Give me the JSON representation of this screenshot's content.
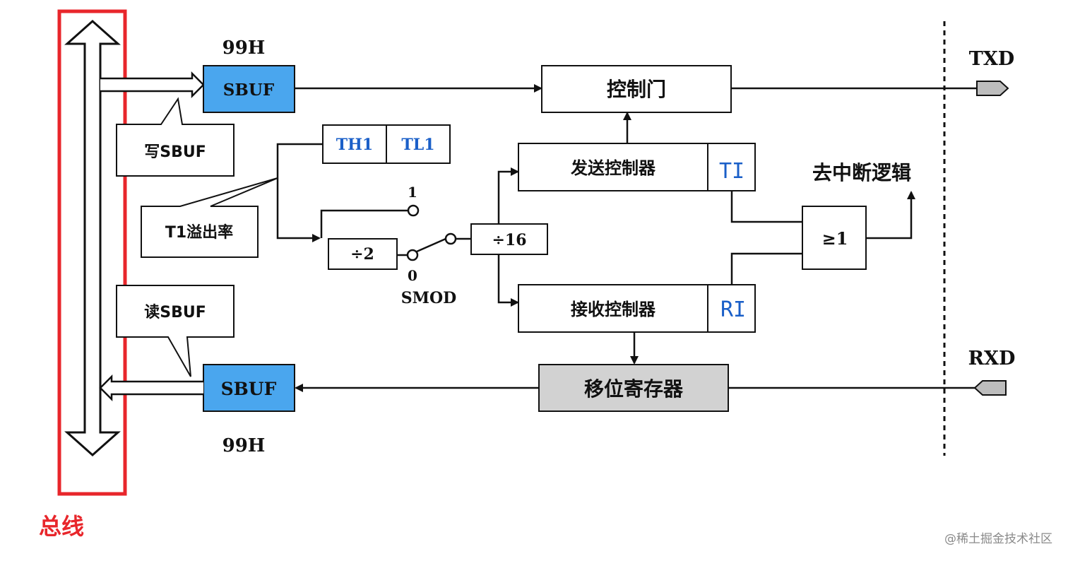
{
  "labels": {
    "addr_top": "99H",
    "addr_bottom": "99H",
    "sbuf_top": "SBUF",
    "sbuf_bottom": "SBUF",
    "write_sbuf": "写SBUF",
    "read_sbuf": "读SBUF",
    "t1_overflow": "T1溢出率",
    "th1": "TH1",
    "tl1": "TL1",
    "switch_1": "1",
    "switch_0": "0",
    "smod": "SMOD",
    "div2": "÷2",
    "div16": "÷16",
    "control_gate": "控制门",
    "tx_controller": "发送控制器",
    "rx_controller": "接收控制器",
    "ti": "TI",
    "ri": "RI",
    "to_interrupt": "去中断逻辑",
    "or_gate": "≥1",
    "shift_register": "移位寄存器",
    "txd": "TXD",
    "rxd": "RXD",
    "bus": "总线",
    "watermark": "@稀土掘金技术社区"
  },
  "colors": {
    "sbuf_fill": "#4aa6ee",
    "shift_fill": "#d2d2d2",
    "bus_highlight": "#e8262b",
    "reg_text": "#1a5fc8"
  }
}
